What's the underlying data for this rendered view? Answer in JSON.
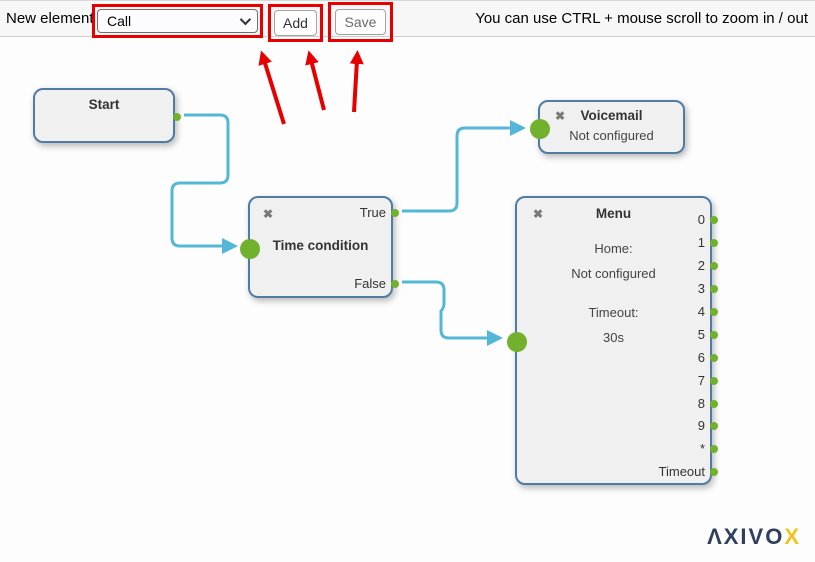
{
  "toolbar": {
    "new_element_label": "New element",
    "element_select": {
      "value": "Call"
    },
    "add_button": "Add",
    "save_button": "Save",
    "zoom_hint": "You can use CTRL + mouse scroll to zoom in / out"
  },
  "canvas": {
    "nodes": {
      "start": {
        "title": "Start"
      },
      "time_condition": {
        "title": "Time condition",
        "close_icon": "✖",
        "outputs": {
          "true": "True",
          "false": "False"
        }
      },
      "voicemail": {
        "title": "Voicemail",
        "close_icon": "✖",
        "status": "Not configured"
      },
      "menu": {
        "title": "Menu",
        "close_icon": "✖",
        "home_label": "Home:",
        "home_value": "Not configured",
        "timeout_label": "Timeout:",
        "timeout_value": "30s",
        "ports": [
          "0",
          "1",
          "2",
          "3",
          "4",
          "5",
          "6",
          "7",
          "8",
          "9",
          "*",
          "Timeout"
        ]
      }
    }
  },
  "logo": {
    "main": "ΛXIVO",
    "accent": "X"
  },
  "colors": {
    "connector_blue": "#55b7d8",
    "port_green": "#72b12d",
    "node_border": "#4f7ca3",
    "highlight_red": "#e60000",
    "logo_navy": "#2f3f5c",
    "logo_yellow": "#f0c41e"
  }
}
